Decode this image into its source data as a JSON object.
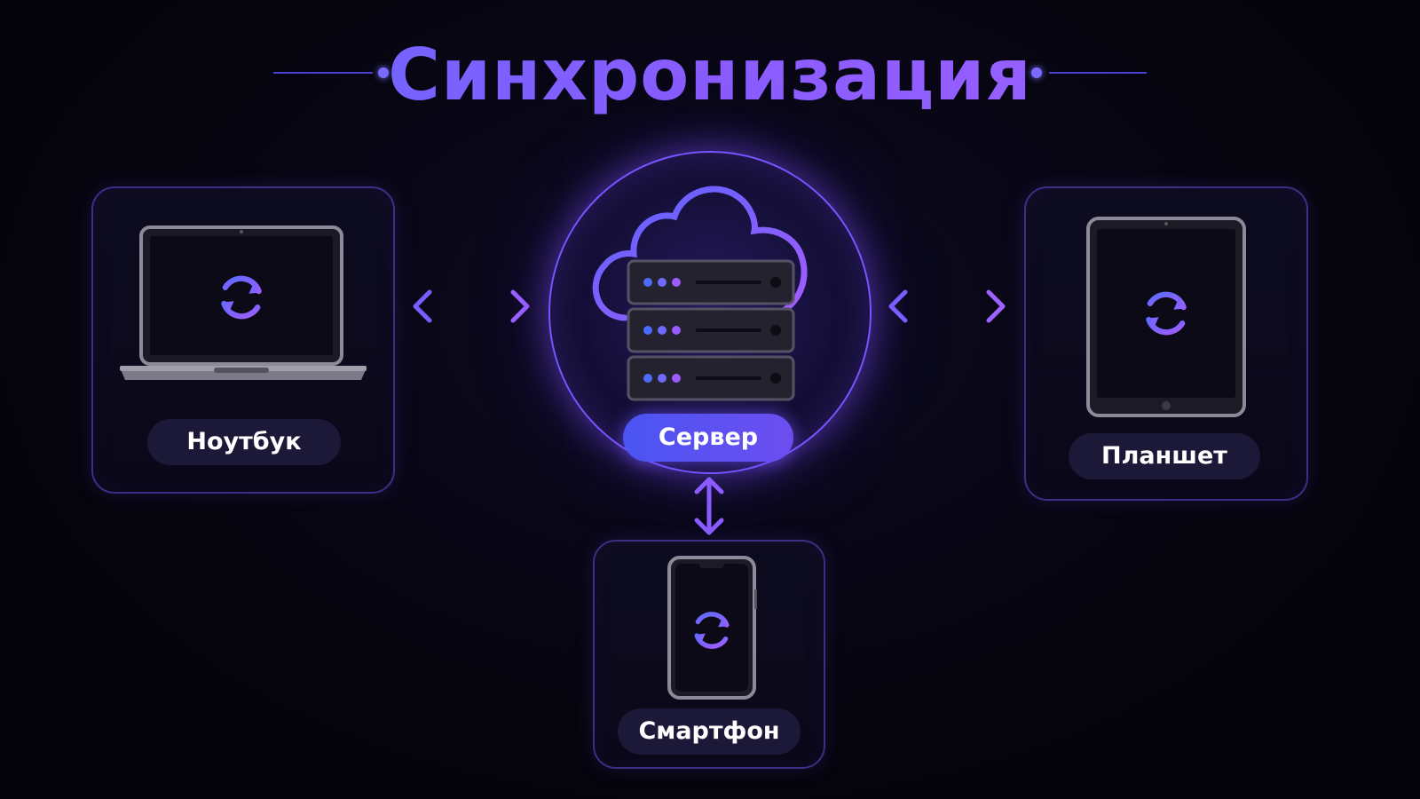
{
  "title": "Синхронизация",
  "nodes": {
    "laptop": {
      "label": "Ноутбук"
    },
    "server": {
      "label": "Сервер"
    },
    "tablet": {
      "label": "Планшет"
    },
    "smartphone": {
      "label": "Смартфон"
    }
  },
  "colors": {
    "background": "#05040d",
    "accent_blue": "#5d6cff",
    "accent_violet": "#8a5cff",
    "card_border": "#3b2f85",
    "pill_bg": "#1c1838"
  },
  "icons": [
    "laptop-icon",
    "cloud-icon",
    "server-rack-icon",
    "tablet-icon",
    "smartphone-icon",
    "sync-icon",
    "double-arrow-icon"
  ]
}
